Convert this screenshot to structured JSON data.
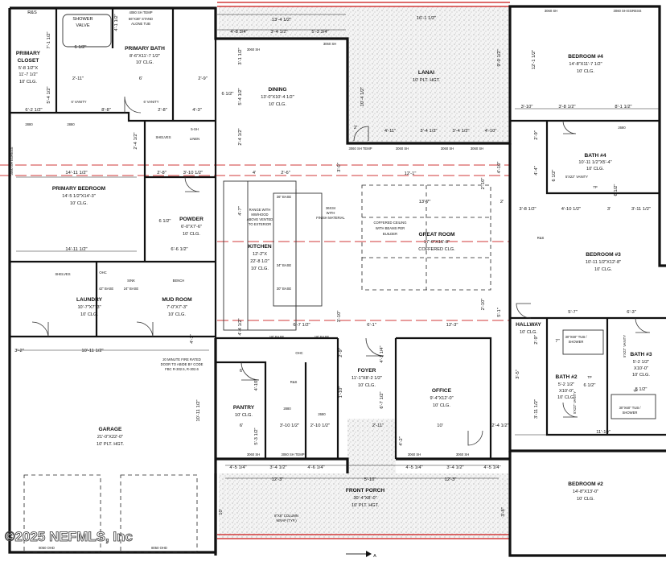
{
  "rooms": {
    "rs_top": "R&S",
    "shower_valve": [
      "SHOWER",
      "VALVE"
    ],
    "tub_note": [
      "4080 SH TEMP",
      "66\"X36\" STAND",
      "ALONE TUB"
    ],
    "primary_closet": [
      "PRIMARY",
      "CLOSET",
      "5'-8 1/2\"X",
      "11'-7 1/2\"",
      "10' CLG."
    ],
    "primary_bath": [
      "PRIMARY BATH",
      "8'-6\"X11'-7 1/2\"",
      "10' CLG."
    ],
    "dining": [
      "DINING",
      "13'-0\"X10'-4 1/2\"",
      "10' CLG."
    ],
    "lanai": [
      "LANAI",
      "10' PLT. HGT."
    ],
    "bedroom4": [
      "BEDROOM #4",
      "14'-8\"X11'-7 1/2\"",
      "10' CLG."
    ],
    "primary_bedroom": [
      "PRIMARY BEDROOM",
      "14'-5 1/2\"X14'-3\"",
      "10' CLG."
    ],
    "powder": [
      "POWDER",
      "6'-0\"X7'-6\"",
      "10' CLG."
    ],
    "kitchen": [
      "KITCHEN",
      "12'-2\"X",
      "22'-8 1/2\"",
      "10' CLG."
    ],
    "great_room": [
      "GREAT ROOM",
      "17'-0\"X16'-8\"",
      "COFFERED CLG."
    ],
    "bath4": [
      "BATH #4",
      "10'-11 1/2\"X5'-4\"",
      "10' CLG."
    ],
    "bedroom3": [
      "BEDROOM #3",
      "10'-11 1/2\"X12'-8\"",
      "10' CLG."
    ],
    "laundry": [
      "LAUNDRY",
      "10'-7\"X7'-3\"",
      "10' CLG."
    ],
    "mud_room": [
      "MUD ROOM",
      "7'-0\"X7'-3\"",
      "10' CLG."
    ],
    "hallway": [
      "HALLWAY",
      "10' CLG."
    ],
    "foyer": [
      "FOYER",
      "11'-1\"X8'-2 1/2\"",
      "10' CLG."
    ],
    "office": [
      "OFFICE",
      "9'-4\"X12'-0\"",
      "10' CLG."
    ],
    "bath2": [
      "BATH #2",
      "5'-2 1/2\"",
      "X10'-0\"",
      "10' CLG."
    ],
    "bath3": [
      "BATH #3",
      "5'-2 1/2\"",
      "X10'-0\"",
      "10' CLG."
    ],
    "pantry": [
      "PANTRY",
      "10' CLG."
    ],
    "garage": [
      "GARAGE",
      "21'-0\"X22'-0\"",
      "10' PLT. HGT."
    ],
    "front_porch": [
      "FRONT PORCH",
      "30'-4\"X8'-0\"",
      "10' PLT. HGT."
    ],
    "bedroom2": [
      "BEDROOM #2",
      "14'-8\"X13'-0\"",
      "10' CLG."
    ]
  },
  "notes": {
    "vanity_6": "6' VANITY",
    "vanity_6b": "6' VANITY",
    "shelves": "SHELVES",
    "linen": "LINEN",
    "five_sh": "5-SH",
    "range": [
      "RANGE WITH",
      "MW/HOOD",
      "ABOVE VENTED",
      "TO EXTERIOR"
    ],
    "base36": "36\" BASE",
    "base34": "34\" BASE",
    "base30": "30\" BASE",
    "island": [
      "36X34",
      "WITH",
      "FINISH MATERIAL"
    ],
    "coffered": [
      "COFFERED CEILING",
      "WITH BEAMS PER",
      "BUILDER"
    ],
    "ohc": "OHC",
    "sink": "SINK",
    "base42": "42\" BASE",
    "base24": "24\" BASE",
    "bench": "BENCH",
    "fire_door": [
      "20 MINUTE FIRE RATED",
      "DOOR TO ABIDE BY CODE",
      "FBC R-302.5, R-302.6"
    ],
    "base18": "18\" BASE",
    "base18b": "18\" BASE",
    "tub_shower": [
      "30\"X60\" TUB /",
      "SHOWER"
    ],
    "tub_shower2": [
      "30\"X60\" TUB /",
      "SHOWER"
    ],
    "vanity_bath4": "5'X22\" VANITY",
    "vanity_bath2": "5'X22\" VANITY",
    "vanity_bath3": "5'X22\" VANITY",
    "column": [
      "8\"X8\" COLUMN",
      "WRAP (TYP.)"
    ],
    "ohd1": "8050 OHD",
    "ohd2": "8050 OHD",
    "tp": "TP",
    "rs": "R&S",
    "sh3060": "3060 SH",
    "sh3060_temp": "3060 SH TEMP",
    "sh3060_egress": "3060 SH EGRESS",
    "door2880": "2880",
    "door2680": "2680",
    "north_arrow": "A",
    "watermark": "©2025 NEFMLS, Inc"
  },
  "dimensions": {
    "top_lanai_a": "13'-4 1/2\"",
    "top_lanai_b": "4'-8 3/4\"",
    "top_lanai_c": "3'-4 1/2\"",
    "top_lanai_d": "5'-3 3/4\"",
    "lanai_side": "16'-1 1/2\"",
    "closet_r": "7'-1 1/2\"",
    "closet_l": "5'-4 1/2\"",
    "bath_a": "4'-1 1/2\"",
    "bath_b": "6 1/2\"",
    "bath_c": "2'-11\"",
    "bath_d": "6'",
    "bath_e": "2'-9\"",
    "bath_f": "6'-2 1/2\"",
    "bath_g": "8'-8\"",
    "bath_h": "2'-8\"",
    "bath_i": "4'-3\"",
    "dining_a": "3'-1 1/2\"",
    "dining_b": "6 1/2\"",
    "dining_c": "5'-4 1/2\"",
    "dining_d": "2'-4 1/2\"",
    "lanai_e": "4'-11\"",
    "lanai_f": "3'-4 1/2\"",
    "lanai_g": "3'-4 1/2\"",
    "lanai_h": "4'-10\"",
    "lanai_i": "9'-0 1/2\"",
    "lanai_j": "10'-4 1/2\"",
    "lanai_k": "2'",
    "bed4_a": "12'-1 1/2\"",
    "bed4_b": "3'-10\"",
    "bed4_c": "3'-8 1/2\"",
    "bed4_d": "8'-1 1/2\"",
    "bed4_e": "2'-9\"",
    "pb_width": "14'-11 1/2\"",
    "pb_width2": "14'-11 1/2\"",
    "pb_a": "2'-4 1/2\"",
    "pb_b": "2'-8\"",
    "pb_c": "3'-10 1/2\"",
    "pb_d": "4'",
    "pb_e": "2'-6\"",
    "pw_a": "6 1/2\"",
    "pw_b": "6'-6 1/2\"",
    "kit_a": "3'-0\"",
    "kit_b": "12'-1\"",
    "kit_c": "13'-7\"",
    "kit_d": "2'-10\"",
    "kit_e": "4'-10\"",
    "kit_f": "2'",
    "kit_g": "6'-7 1/2\"",
    "kit_h": "3'-10\"",
    "kit_i": "6'-1\"",
    "kit_j": "12'-3\"",
    "kit_k": "4'-4 1/2\"",
    "kit_l": "4'-7\"",
    "kit_m": "2'-10\"",
    "kit_n": "5'-1\"",
    "bath4_a": "4'-4\"",
    "bath4_b": "6 1/2\"",
    "bath4_c": "4'-10 1/2\"",
    "bath4_d": "3'",
    "bath4_e": "3'-11 1/2\"",
    "bath4_f": "6 1/2\"",
    "bath4_g": "3'-8 1/2\"",
    "bed3_a": "5'-7\"",
    "bed3_b": "6'-3\"",
    "laun_a": "10'-11 1/2\"",
    "laun_b": "3'-2\"",
    "mud_a": "4'-3\"",
    "hall_a": "2'-9\"",
    "hall_b": "7\"",
    "foyer_a": "4'-1 1/4\"",
    "foyer_b": "6'-7 1/2\"",
    "foyer_c": "2'-9\"",
    "foyer_d": "4'-10\"",
    "foyer_e": "1'-10\"",
    "foyer_f": "2'-11\"",
    "office_a": "10'",
    "office_b": "4'-2\"",
    "office_c": "2'-4 1/2\"",
    "bath2_a": "6 1/2\"",
    "bath2_b": "3'-11 1/2\"",
    "bath2_c": "3'-5\"",
    "bath3_a": "8 1/2\"",
    "bath3_b": "11'-10\"",
    "pantry_a": "3'-10 1/2\"",
    "pantry_b": "2'-10 1/2\"",
    "pantry_c": "6'",
    "pantry_d": "5'-3 1/2\"",
    "pantry_e": "6'",
    "garage_a": "10'-11 1/2\"",
    "porch_a": "4'-5 1/4\"",
    "porch_b": "3'-4 1/2\"",
    "porch_c": "4'-6 1/4\"",
    "porch_d": "4'-5 1/4\"",
    "porch_e": "3'-4 1/2\"",
    "porch_f": "4'-5 1/4\"",
    "porch_g": "12'-3\"",
    "porch_h": "5'-10\"",
    "porch_i": "12'-3\"",
    "porch_j": "10'",
    "porch_k": "3'-8\""
  }
}
